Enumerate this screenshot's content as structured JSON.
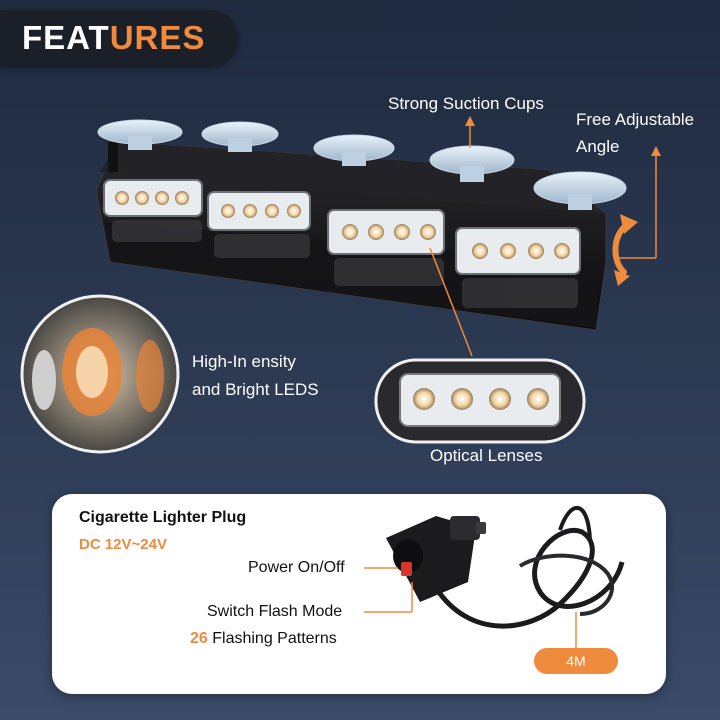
{
  "banner": {
    "title_part1": "FEAT",
    "title_part2": "URES"
  },
  "callouts": {
    "suction": "Strong Suction Cups",
    "angle_line1": "Free Adjustable",
    "angle_line2": "Angle",
    "leds_line1": "High-In ensity",
    "leds_line2": "and Bright LEDS",
    "lenses": "Optical Lenses"
  },
  "plug": {
    "title": "Cigarette Lighter Plug",
    "voltage": "DC 12V~24V",
    "power": "Power On/Off",
    "switch": "Switch Flash Mode",
    "patterns_count": "26",
    "patterns_text": "Flashing Patterns",
    "cable_length": "4M"
  },
  "colors": {
    "accent": "#f08a3c",
    "background": "#2a3850",
    "card": "#ffffff"
  },
  "icons": [
    "suction-cup-icon",
    "led-module-icon",
    "rotate-arrow-icon",
    "switch-icon"
  ]
}
